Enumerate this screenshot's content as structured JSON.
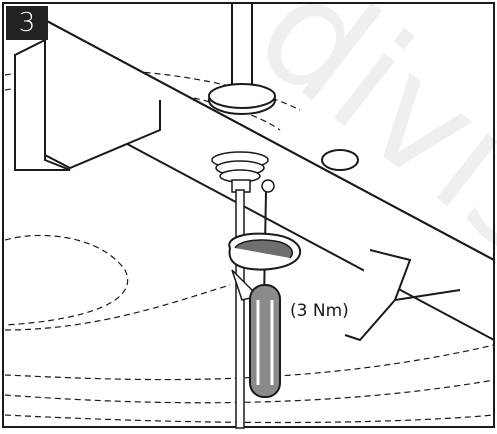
{
  "diagram": {
    "step_number": "3",
    "torque_label": "(3 Nm)",
    "watermark": "divis",
    "colors": {
      "line": "#1a1a1a",
      "handle": "#8a8a8a",
      "tool": "#6f6f6f",
      "badge": "#222222"
    }
  }
}
